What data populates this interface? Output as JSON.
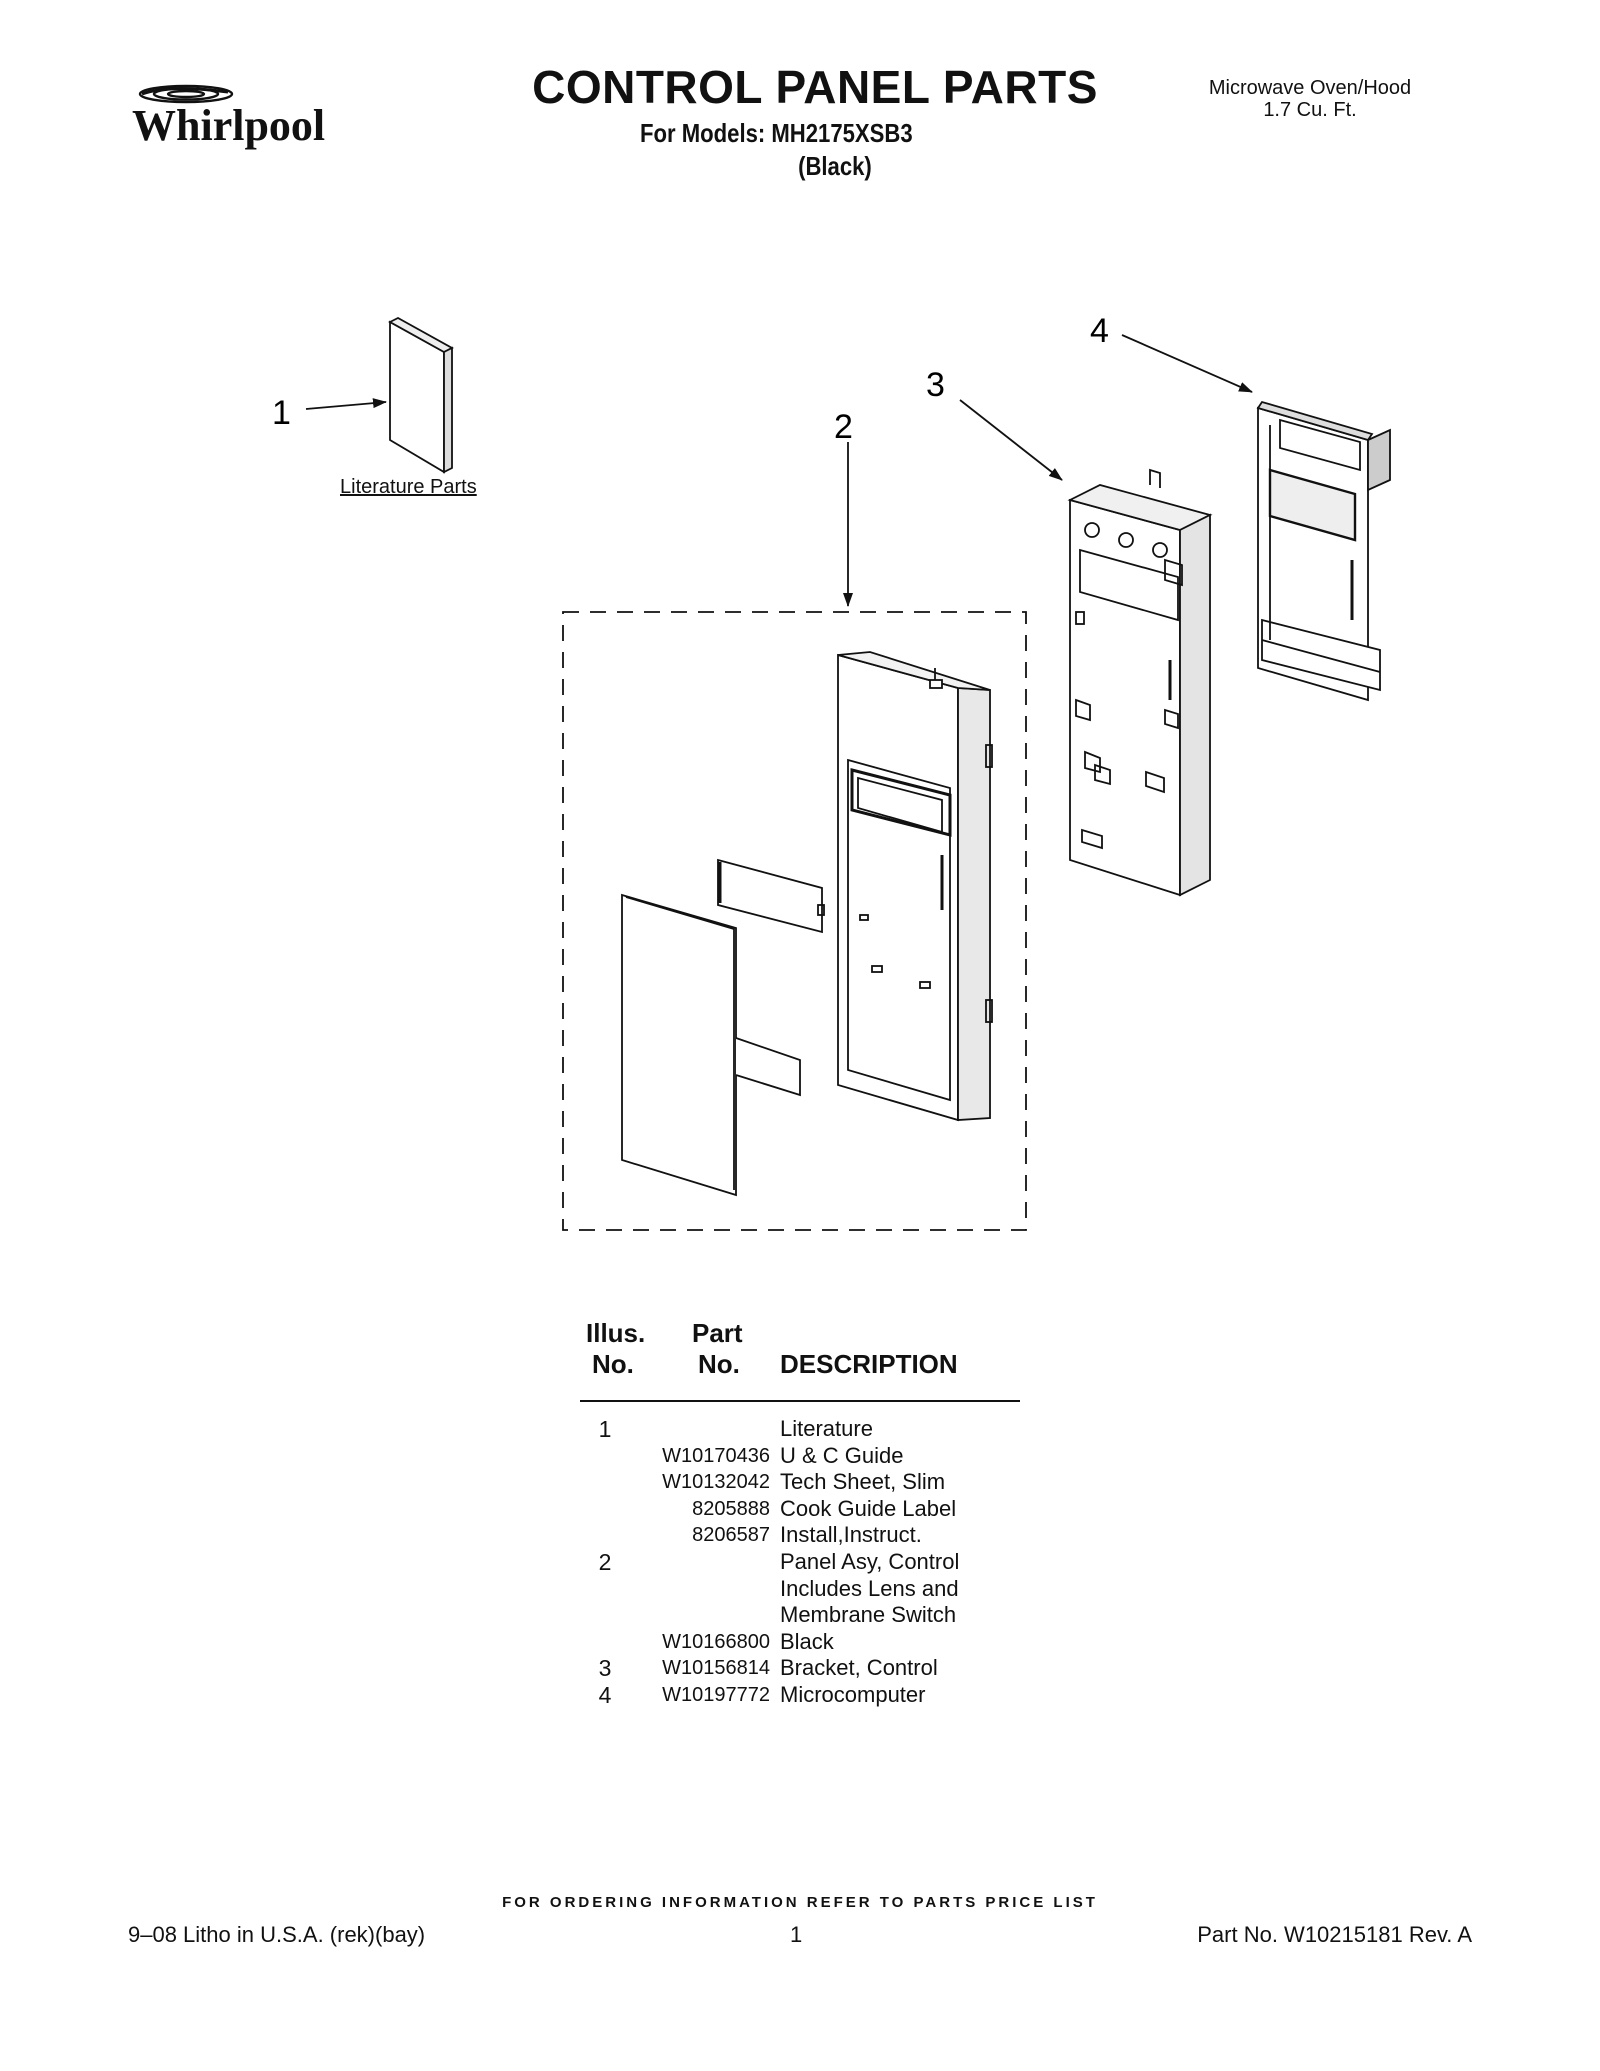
{
  "header": {
    "brand": "Whirlpool",
    "title": "CONTROL PANEL PARTS",
    "models_line1": "For Models: MH2175XSB3",
    "models_line2": "(Black)",
    "appliance_line1": "Microwave Oven/Hood",
    "appliance_line2": "1.7 Cu. Ft."
  },
  "diagram": {
    "callouts": [
      "1",
      "2",
      "3",
      "4"
    ],
    "literature_label": "Literature Parts"
  },
  "table": {
    "headers": {
      "illus_top": "Illus.",
      "illus_bottom": "No.",
      "part_top": "Part",
      "part_bottom": "No.",
      "description": "DESCRIPTION"
    },
    "rows": [
      {
        "illus": "1",
        "part": "",
        "desc": "Literature"
      },
      {
        "illus": "",
        "part": "W10170436",
        "desc": "U & C Guide"
      },
      {
        "illus": "",
        "part": "W10132042",
        "desc": "Tech Sheet, Slim"
      },
      {
        "illus": "",
        "part": "8205888",
        "desc": "Cook Guide Label"
      },
      {
        "illus": "",
        "part": "8206587",
        "desc": "Install,Instruct."
      },
      {
        "illus": "2",
        "part": "",
        "desc": "Panel Asy, Control"
      },
      {
        "illus": "",
        "part": "",
        "desc": "Includes Lens and"
      },
      {
        "illus": "",
        "part": "",
        "desc": "Membrane Switch"
      },
      {
        "illus": "",
        "part": "W10166800",
        "desc": "Black"
      },
      {
        "illus": "3",
        "part": "W10156814",
        "desc": "Bracket, Control"
      },
      {
        "illus": "4",
        "part": "W10197772",
        "desc": "Microcomputer"
      }
    ]
  },
  "footer": {
    "ordering": "FOR ORDERING INFORMATION REFER TO PARTS PRICE LIST",
    "litho": "9–08 Litho in U.S.A. (rek)(bay)",
    "page": "1",
    "part_no": "Part No. W10215181 Rev. A"
  }
}
